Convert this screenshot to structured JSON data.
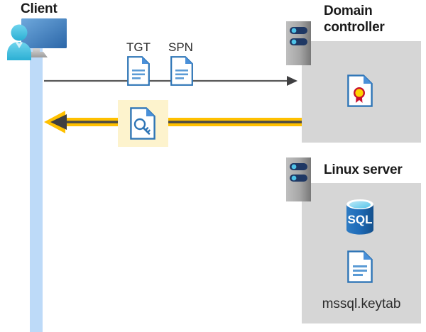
{
  "diagram": {
    "title_client": "Client",
    "title_domain_controller": "Domain\ncontroller",
    "title_domain_controller_line1": "Domain",
    "title_domain_controller_line2": "controller",
    "title_linux_server": "Linux server",
    "labels": {
      "tgt": "TGT",
      "spn": "SPN",
      "keytab_file": "mssql.keytab"
    },
    "icons": {
      "client": "client-workstation-icon",
      "domain_controller_server": "server-rack-icon",
      "linux_server": "server-rack-icon",
      "tgt_document": "document-icon",
      "spn_document": "document-icon",
      "key_document": "key-document-icon",
      "certificate_document": "certificate-document-icon",
      "sql_database": "sql-database-icon",
      "keytab_document": "document-icon"
    },
    "flows": [
      {
        "name": "request-flow",
        "direction": "client-to-domain-controller",
        "color": "#595959",
        "carries": [
          "TGT",
          "SPN"
        ]
      },
      {
        "name": "response-flow",
        "direction": "domain-controller-to-client",
        "color": "#FFC000",
        "carries": [
          "service-ticket"
        ]
      }
    ],
    "colors": {
      "panel_gray": "#D6D6D6",
      "lifeline_blue": "#BDDAF8",
      "highlight_yellow": "#FDF3CD",
      "arrow_yellow": "#FFC000",
      "arrow_gray": "#595959",
      "doc_blue": "#2E75B6",
      "sql_blue": "#1E6BB8",
      "cert_gold": "#FFD400",
      "cert_red": "#C8102E",
      "text_dark": "#1A1A1A"
    }
  }
}
